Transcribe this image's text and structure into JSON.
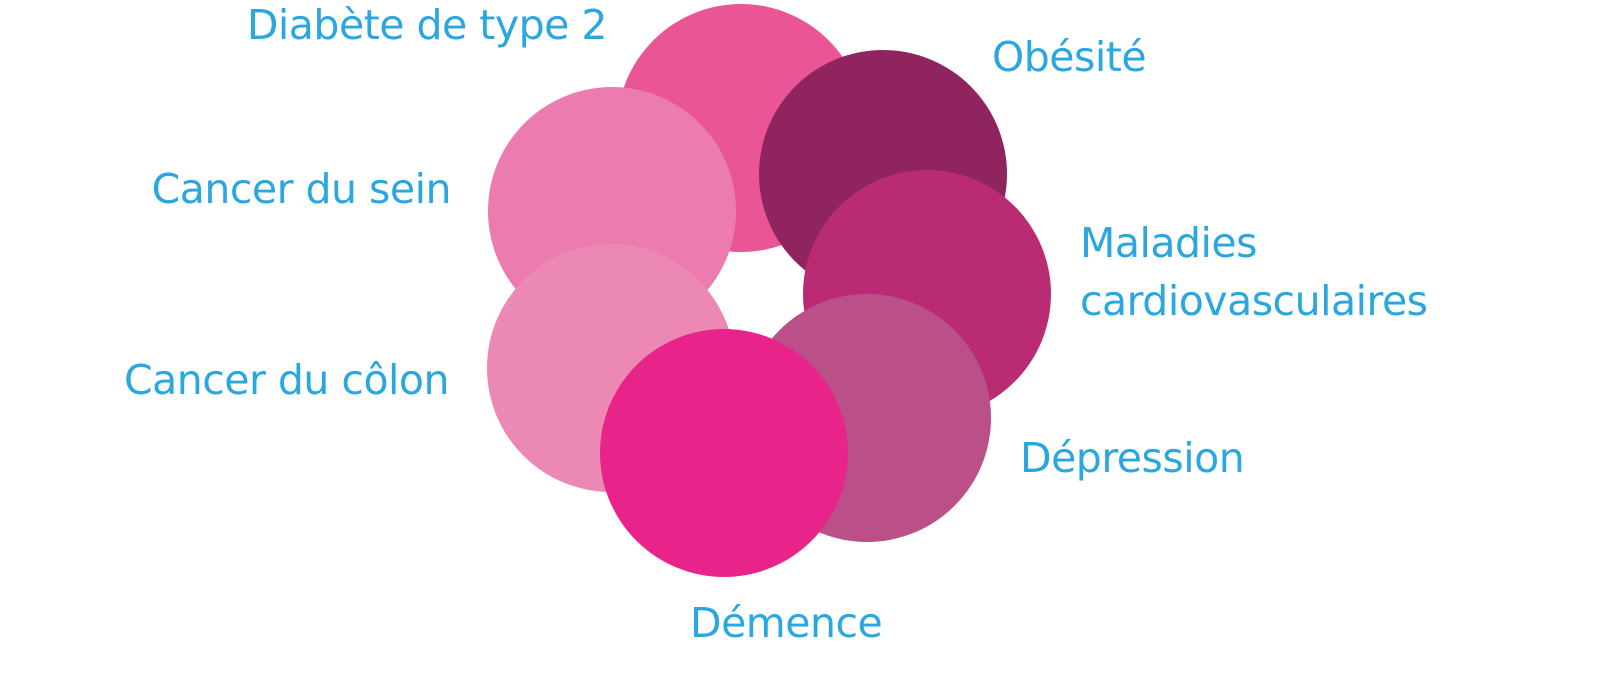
{
  "colors": {
    "label_text": "#2aa7de",
    "background": "#ffffff"
  },
  "conditions": [
    {
      "id": "diabete",
      "label": "Diabète de type 2",
      "color": "#ea5595"
    },
    {
      "id": "obesite",
      "label": "Obésité",
      "color": "#90245e"
    },
    {
      "id": "cancer-sein",
      "label": "Cancer du sein",
      "color": "#ec7caf"
    },
    {
      "id": "maladies-cardio",
      "label_lines": [
        "Maladies",
        "cardiovasculaires"
      ],
      "color": "#b92c73"
    },
    {
      "id": "depression",
      "label": "Dépression",
      "color": "#bb5088"
    },
    {
      "id": "cancer-colon",
      "label": "Cancer du côlon",
      "color": "#ec88b4"
    },
    {
      "id": "demence",
      "label": "Démence",
      "color": "#e8248a"
    }
  ]
}
